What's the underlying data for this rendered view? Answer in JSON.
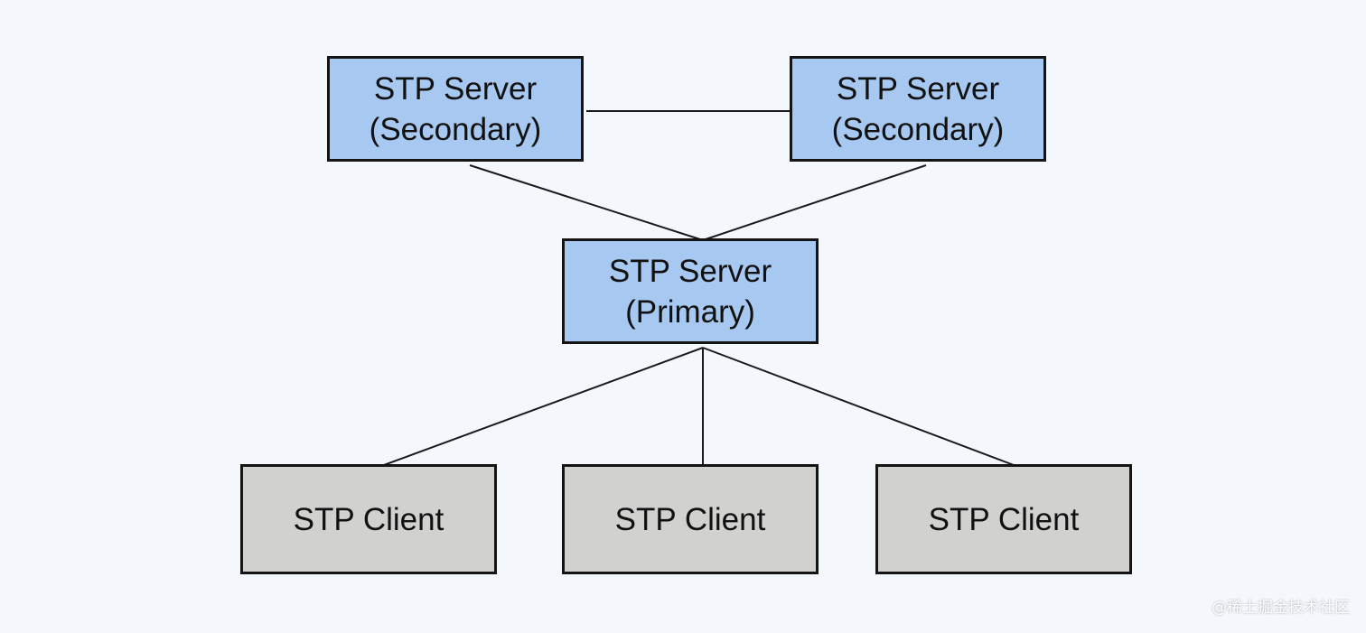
{
  "colors": {
    "background": "#f4f8fd",
    "server_fill": "#a7c8f0",
    "client_fill": "#d1d1cf",
    "border": "#141414",
    "line": "#1a1a1a"
  },
  "servers": {
    "secondary_left": {
      "line1": "STP Server",
      "line2": "(Secondary)"
    },
    "secondary_right": {
      "line1": "STP Server",
      "line2": "(Secondary)"
    },
    "primary": {
      "line1": "STP Server",
      "line2": "(Primary)"
    }
  },
  "clients": [
    {
      "label": "STP Client"
    },
    {
      "label": "STP Client"
    },
    {
      "label": "STP Client"
    }
  ],
  "watermark": "@稀土掘金技术社区"
}
